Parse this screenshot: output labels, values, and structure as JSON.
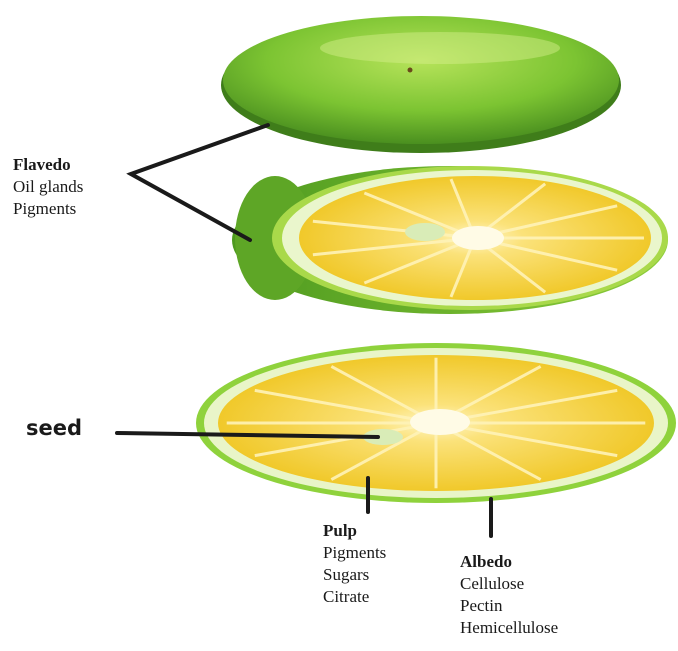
{
  "labels": {
    "flavedo": {
      "heading": "Flavedo",
      "items": [
        "Oil glands",
        "Pigments"
      ]
    },
    "seed": {
      "heading": "seed"
    },
    "pulp": {
      "heading": "Pulp",
      "items": [
        "Pigments",
        "Sugars",
        "Citrate"
      ]
    },
    "albedo": {
      "heading": "Albedo",
      "items": [
        "Cellulose",
        "Pectin",
        "Hemicellulose"
      ]
    }
  },
  "colors": {
    "peel_outer": "#6fb92a",
    "peel_inner": "#a9d94a",
    "albedo": "#e9f5c8",
    "pulp": "#f3cd2b",
    "pulp_light": "#fbe27a",
    "seed": "#d9ecb7",
    "leader_line": "#1a1a1a"
  }
}
